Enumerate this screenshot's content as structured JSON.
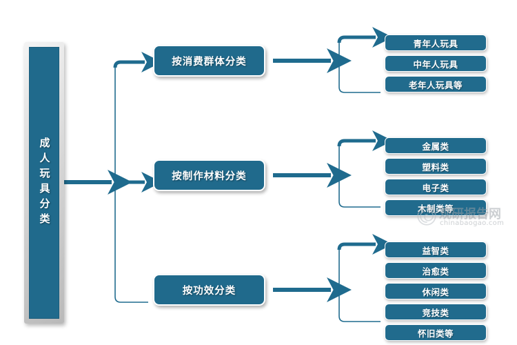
{
  "diagram": {
    "title": "成人玩具分类",
    "colors": {
      "node_fill": "#206A8C",
      "node_border": "#ffffff",
      "connector": "#1F6B8E",
      "background": "#ffffff",
      "watermark": "#9aa0a6"
    },
    "root": {
      "label": "成人玩具分类"
    },
    "categories": [
      {
        "label": "按消费群体分类",
        "items": [
          {
            "label": "青年人玩具"
          },
          {
            "label": "中年人玩具"
          },
          {
            "label": "老年人玩具等"
          }
        ]
      },
      {
        "label": "按制作材料分类",
        "items": [
          {
            "label": "金属类"
          },
          {
            "label": "塑料类"
          },
          {
            "label": "电子类"
          },
          {
            "label": "木制类等"
          }
        ]
      },
      {
        "label": "按功效分类",
        "items": [
          {
            "label": "益智类"
          },
          {
            "label": "治愈类"
          },
          {
            "label": "休闲类"
          },
          {
            "label": "竞技类"
          },
          {
            "label": "怀旧类等"
          }
        ]
      }
    ]
  },
  "watermark": {
    "name": "观研报告网",
    "domain": "chinabaogao.com"
  }
}
